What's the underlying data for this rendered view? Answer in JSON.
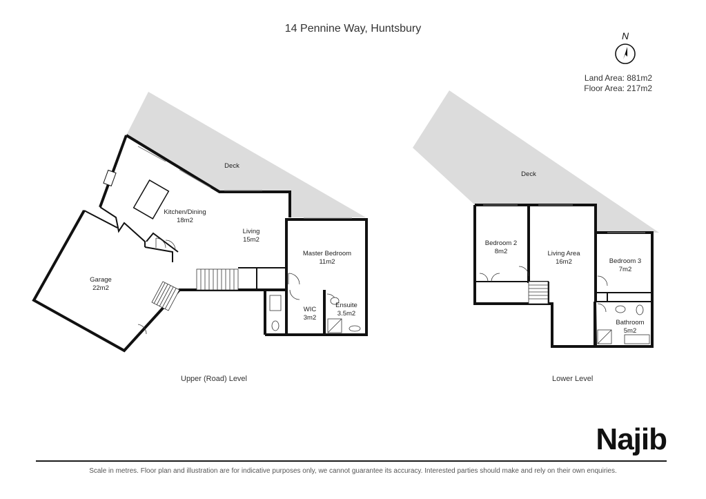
{
  "title": "14 Pennine Way, Huntsbury",
  "compass": {
    "letter": "N",
    "icon": "north-arrow-icon"
  },
  "land_area": "Land Area: 881m2",
  "floor_area": "Floor Area: 217m2",
  "upper": {
    "level_label": "Upper (Road) Level",
    "deck": "Deck",
    "kitchen": {
      "name": "Kitchen/Dining",
      "area": "18m2"
    },
    "living": {
      "name": "Living",
      "area": "15m2"
    },
    "master": {
      "name": "Master Bedroom",
      "area": "11m2"
    },
    "garage": {
      "name": "Garage",
      "area": "22m2"
    },
    "wic": {
      "name": "WIC",
      "area": "3m2"
    },
    "ensuite": {
      "name": "Ensuite",
      "area": "3.5m2"
    }
  },
  "lower": {
    "level_label": "Lower Level",
    "deck": "Deck",
    "bed2": {
      "name": "Bedroom 2",
      "area": "8m2"
    },
    "living": {
      "name": "Living Area",
      "area": "16m2"
    },
    "bed3": {
      "name": "Bedroom 3",
      "area": "7m2"
    },
    "bathroom": {
      "name": "Bathroom",
      "area": "5m2"
    }
  },
  "brand": "Najib",
  "disclaimer": "Scale in metres.  Floor plan and illustration are for indicative purposes only, we cannot guarantee its accuracy.  Interested parties should make and rely on their own enquiries.",
  "colors": {
    "wall": "#111111",
    "deck": "#dcdcdc",
    "background": "#ffffff"
  }
}
